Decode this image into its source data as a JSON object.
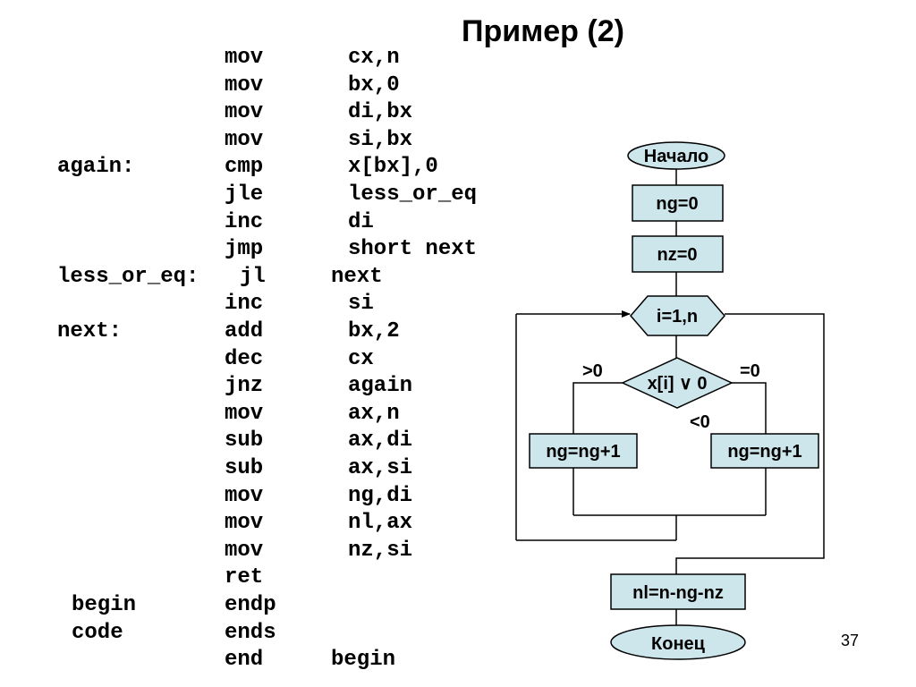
{
  "title": "Пример (2)",
  "slide_number": "37",
  "code": [
    {
      "label": "",
      "op": "mov",
      "args": "cx,n"
    },
    {
      "label": "",
      "op": "mov",
      "args": "bx,0"
    },
    {
      "label": "",
      "op": "mov",
      "args": "di,bx"
    },
    {
      "label": "",
      "op": "mov",
      "args": "si,bx"
    },
    {
      "label": "again:",
      "op": "cmp",
      "args": "x[bx],0"
    },
    {
      "label": "",
      "op": "jle",
      "args": "less_or_eq"
    },
    {
      "label": "",
      "op": "inc",
      "args": "di"
    },
    {
      "label": "",
      "op": "jmp",
      "args": "short next"
    },
    {
      "label": "less_or_eq:",
      "op": "jl",
      "args": "next"
    },
    {
      "label": "",
      "op": "inc",
      "args": "si"
    },
    {
      "label": "next:",
      "op": "add",
      "args": "bx,2"
    },
    {
      "label": "",
      "op": "dec",
      "args": "cx"
    },
    {
      "label": "",
      "op": "jnz",
      "args": "again"
    },
    {
      "label": "",
      "op": "mov",
      "args": "ax,n"
    },
    {
      "label": "",
      "op": "sub",
      "args": "ax,di"
    },
    {
      "label": "",
      "op": "sub",
      "args": "ax,si"
    },
    {
      "label": "",
      "op": "mov",
      "args": "ng,di"
    },
    {
      "label": "",
      "op": "mov",
      "args": "nl,ax"
    },
    {
      "label": "",
      "op": "mov",
      "args": "nz,si"
    },
    {
      "label": "",
      "op": "ret",
      "args": ""
    },
    {
      "label": "begin",
      "op": "endp",
      "args": ""
    },
    {
      "label": "code",
      "op": "ends",
      "args": ""
    },
    {
      "label": "",
      "op": "end",
      "args": "begin"
    }
  ],
  "flowchart": {
    "start": "Начало",
    "ng_init": "ng=0",
    "nz_init": "nz=0",
    "loop": "i=1,n",
    "condition": "x[i] ∨ 0",
    "branch_gt": ">0",
    "branch_eq": "=0",
    "branch_lt": "<0",
    "left_action": "ng=ng+1",
    "right_action": "ng=ng+1",
    "result": "nl=n-ng-nz",
    "end": "Конец"
  },
  "colors": {
    "block_fill": "#cce6ec",
    "line": "#000000"
  }
}
